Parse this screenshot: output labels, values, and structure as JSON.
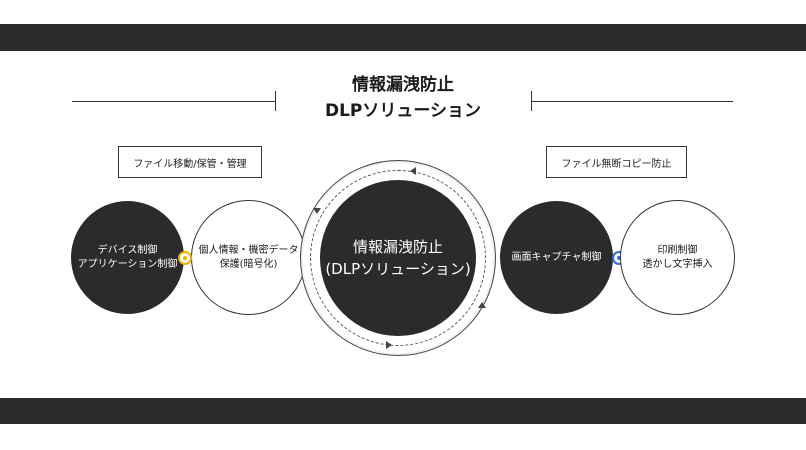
{
  "title": {
    "line1": "情報漏洩防止",
    "line2": "DLPソリューション"
  },
  "labels": {
    "left": "ファイル移動/保管・管理",
    "right": "ファイル無断コピー防止"
  },
  "center": {
    "line1": "情報漏洩防止",
    "line2": "(DLPソリューション)"
  },
  "nodes": {
    "device_control": {
      "line1": "デバイス制御",
      "line2": "アプリケーション制御"
    },
    "personal_info": {
      "line1": "個人情報・機密データ",
      "line2": "保護(暗号化)"
    },
    "screen_capture": {
      "line1": "画面キャプチャ制御"
    },
    "print_control": {
      "line1": "印刷制御",
      "line2": "透かし文字挿入"
    }
  },
  "icons": {
    "left_connector": "plus-connector-icon",
    "right_connector": "plus-connector-icon",
    "left_connector_color": "#e6b400",
    "right_connector_color": "#2d6fd6"
  },
  "colors": {
    "dark": "#2b2b2b",
    "light": "#ffffff"
  }
}
